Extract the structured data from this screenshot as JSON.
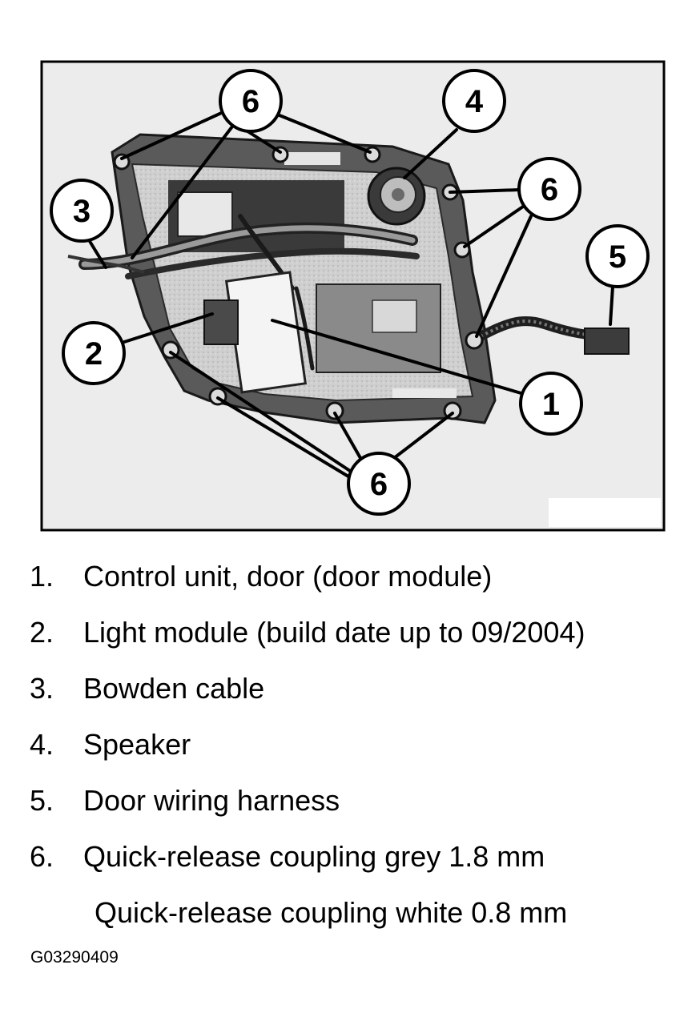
{
  "callouts": [
    {
      "id": "c6a",
      "label": "6"
    },
    {
      "id": "c4",
      "label": "4"
    },
    {
      "id": "c3",
      "label": "3"
    },
    {
      "id": "c6b",
      "label": "6"
    },
    {
      "id": "c5",
      "label": "5"
    },
    {
      "id": "c2",
      "label": "2"
    },
    {
      "id": "c1",
      "label": "1"
    },
    {
      "id": "c6c",
      "label": "6"
    }
  ],
  "legend": [
    {
      "num": "1.",
      "text": "Control unit, door (door module)"
    },
    {
      "num": "2.",
      "text": "Light module (build date up to 09/2004)"
    },
    {
      "num": "3.",
      "text": "Bowden cable"
    },
    {
      "num": "4.",
      "text": "Speaker"
    },
    {
      "num": "5.",
      "text": "Door wiring harness"
    },
    {
      "num": "6.",
      "text": "Quick-release coupling grey 1.8 mm"
    }
  ],
  "legend_sub": "Quick-release coupling white 0.8 mm",
  "figure_id": "G03290409"
}
